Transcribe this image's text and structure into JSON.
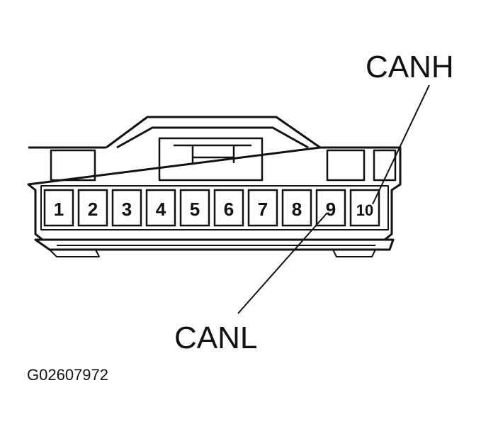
{
  "labels": {
    "canh": "CANH",
    "canl": "CANL",
    "figure_id": "G02607972"
  },
  "pins": [
    "1",
    "2",
    "3",
    "4",
    "5",
    "6",
    "7",
    "8",
    "9",
    "10"
  ],
  "colors": {
    "ink": "#111111",
    "background": "#ffffff"
  }
}
